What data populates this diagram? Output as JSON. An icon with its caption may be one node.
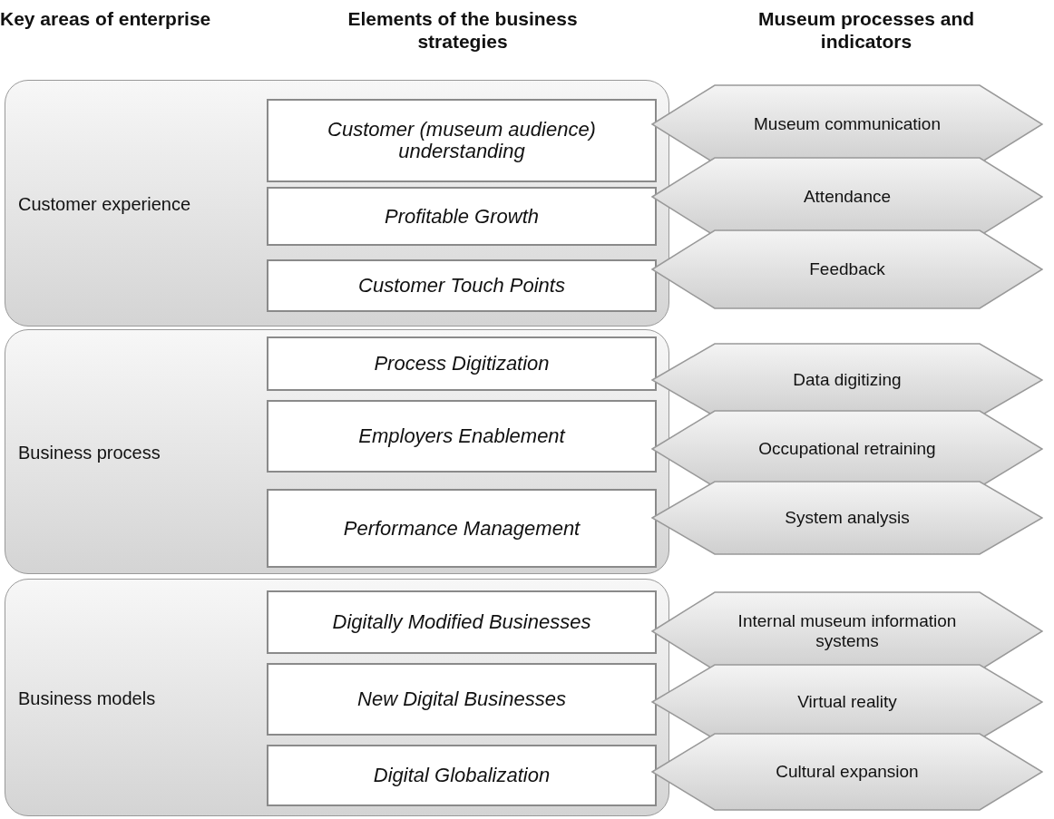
{
  "diagram": {
    "nodes": [
      {
        "text": [
          "Customer experience"
        ]
      },
      {
        "text": [
          "Customer (museum audience) understanding"
        ],
        "in": 0
      },
      {
        "text": [
          "Profitable Growth"
        ],
        "in": 0
      },
      {
        "text": [
          "Customer Touch Points"
        ],
        "in": 0
      },
      {
        "text": [
          "Business process"
        ]
      },
      {
        "text": [
          "Process Digitization"
        ],
        "in": 4
      },
      {
        "text": [
          "Employers Enablement"
        ],
        "in": 4
      },
      {
        "text": [
          "Performance Management"
        ],
        "in": 4
      },
      {
        "text": [
          "Business models"
        ]
      },
      {
        "text": [
          "Digitally Modified Businesses"
        ],
        "in": 8
      },
      {
        "text": [
          "New Digital Businesses"
        ],
        "in": 8
      },
      {
        "text": [
          "Digital Globalization"
        ],
        "in": 8
      },
      {
        "text": [
          "Museum communication"
        ]
      },
      {
        "text": [
          "Attendance"
        ]
      },
      {
        "text": [
          "Feedback"
        ]
      },
      {
        "text": [
          "Data digitizing"
        ]
      },
      {
        "text": [
          "Occupational retraining"
        ]
      },
      {
        "text": [
          "System analysis"
        ]
      },
      {
        "text": [
          "Internal museum information systems"
        ]
      },
      {
        "text": [
          "Virtual reality"
        ]
      },
      {
        "text": [
          "Cultural expansion"
        ]
      }
    ],
    "labels": [
      "Key areas of enterprise",
      "Elements of the business strategies",
      "Museum processes and indicators"
    ]
  }
}
